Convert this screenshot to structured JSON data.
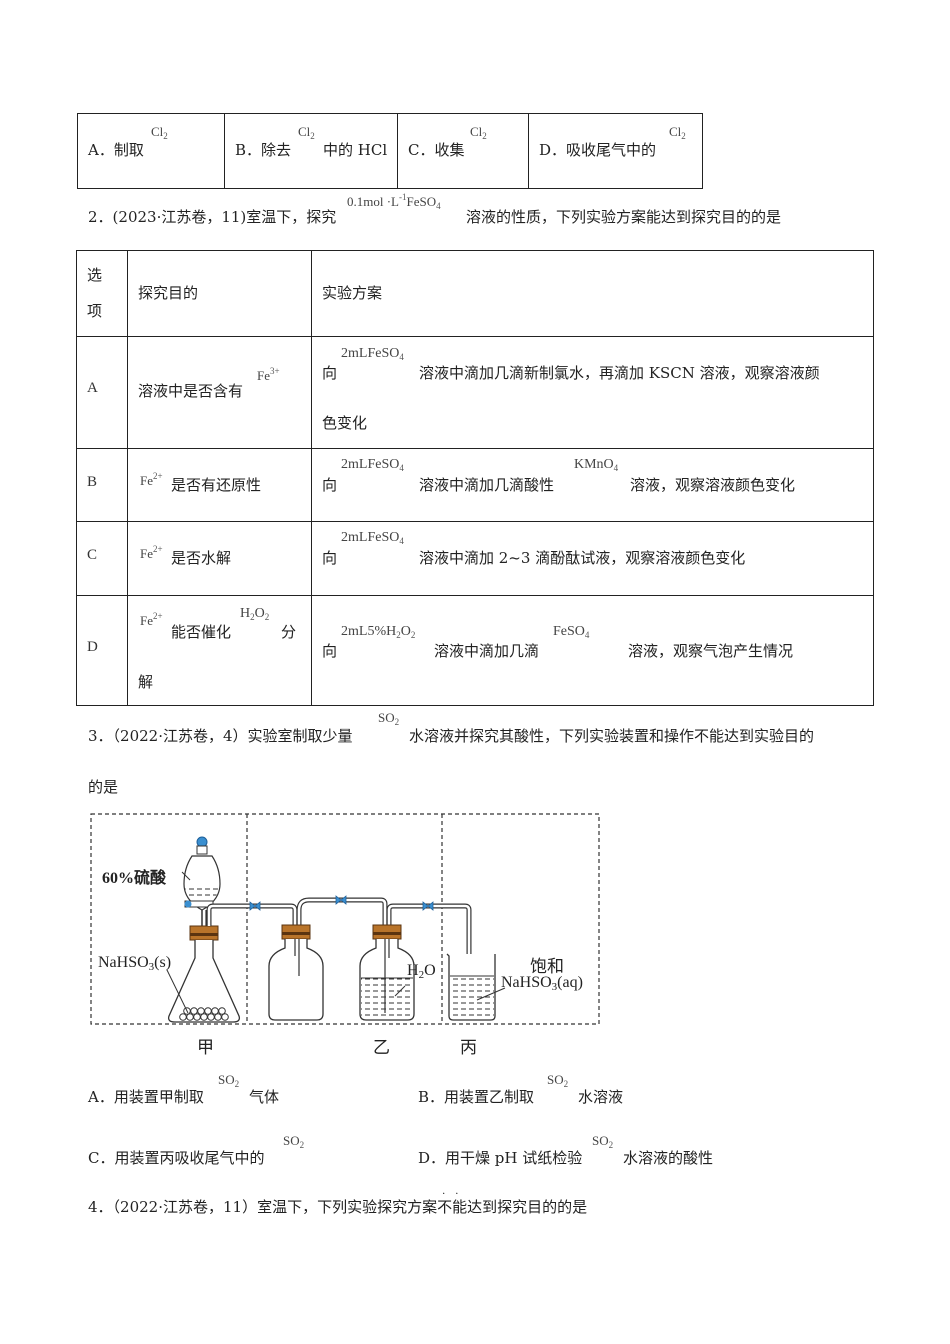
{
  "q1": {
    "opts": [
      {
        "text": "A．制取",
        "chem": "Cl",
        "sub": "2"
      },
      {
        "text": "B．除去",
        "chem": "Cl",
        "sub": "2",
        "after": "中的 HCl"
      },
      {
        "text": "C．收集",
        "chem": "Cl",
        "sub": "2"
      },
      {
        "text": "D．吸收尾气中的",
        "chem": "Cl",
        "sub": "2"
      }
    ]
  },
  "q2": {
    "lead": "2．(2023·江苏卷，11)室温下，探究",
    "conc": "0.1mol ·L",
    "conc_sup": "-1",
    "reagent": "FeSO",
    "reagent_sub": "4",
    "tail": "溶液的性质，下列实验方案能达到探究目的的是",
    "headers": {
      "opt1": "选",
      "opt2": "项",
      "purpose": "探究目的",
      "plan": "实验方案"
    },
    "rows": [
      {
        "label": "A",
        "purpose_a": "溶液中是否含有",
        "purpose_ion": "Fe",
        "purpose_sup": "3+",
        "plan_pre": "向",
        "plan_chem": "2mLFeSO",
        "plan_sub": "4",
        "plan_text": "溶液中滴加几滴新制氯水，再滴加 KSCN 溶液，观察溶液颜",
        "plan_text2": "色变化"
      },
      {
        "label": "B",
        "ion": "Fe",
        "ion_sup": "2+",
        "purpose_b": "是否有还原性",
        "plan_pre": "向",
        "plan_chem": "2mLFeSO",
        "plan_sub": "4",
        "plan_text": "溶液中滴加几滴酸性",
        "plan_chem2": "KMnO",
        "plan_sub2": "4",
        "plan_text_end": "溶液，观察溶液颜色变化"
      },
      {
        "label": "C",
        "ion": "Fe",
        "ion_sup": "2+",
        "purpose_b": "是否水解",
        "plan_pre": "向",
        "plan_chem": "2mLFeSO",
        "plan_sub": "4",
        "plan_text": "溶液中滴加 2~3 滴酚酞试液，观察溶液颜色变化"
      },
      {
        "label": "D",
        "ion": "Fe",
        "ion_sup": "2+",
        "purpose_b": "能否催化",
        "h2o2": "H",
        "h2o2_sub1": "2",
        "h2o2_o": "O",
        "h2o2_sub2": "2",
        "purpose_end": "分",
        "purpose_line2": "解",
        "plan_pre": "向",
        "plan_chem": "2mL5%H",
        "plan_chem_sub1": "2",
        "plan_chem_o": "O",
        "plan_chem_sub2": "2",
        "plan_text": "溶液中滴加几滴",
        "plan_chem2": "FeSO",
        "plan_sub2": "4",
        "plan_text_end": "溶液，观察气泡产生情况"
      }
    ]
  },
  "q3": {
    "lead": "3．（2022·江苏卷，4）实验室制取少量",
    "chem": "SO",
    "sub": "2",
    "tail": "水溶液并探究其酸性，下列实验装置和操作不能达到实验目的",
    "line2": "的是",
    "fig": {
      "acid": "60%硫酸",
      "solid": "NaHSO",
      "solid_sub": "3",
      "solid_state": "(s)",
      "water": "H",
      "water_sub": "2",
      "water_o": "O",
      "sat": "饱和",
      "sat_chem": "NaHSO",
      "sat_sub": "3",
      "sat_state": "(aq)",
      "jia": "甲",
      "yi": "乙",
      "bing": "丙"
    },
    "opts": [
      {
        "pre": "A．用装置甲制取",
        "chem": "SO",
        "sub": "2",
        "post": "气体"
      },
      {
        "pre": "B．用装置乙制取",
        "chem": "SO",
        "sub": "2",
        "post": "水溶液"
      },
      {
        "pre": "C．用装置丙吸收尾气中的",
        "chem": "SO",
        "sub": "2",
        "post": ""
      },
      {
        "pre": "D．用干燥 pH 试纸检验",
        "chem": "SO",
        "sub": "2",
        "post": "水溶液的酸性"
      }
    ]
  },
  "q4": {
    "lead": "4．（2022·江苏卷，11）室温下，下列实验探究方案",
    "emph": "不能",
    "tail": "达到探究目的的是"
  }
}
